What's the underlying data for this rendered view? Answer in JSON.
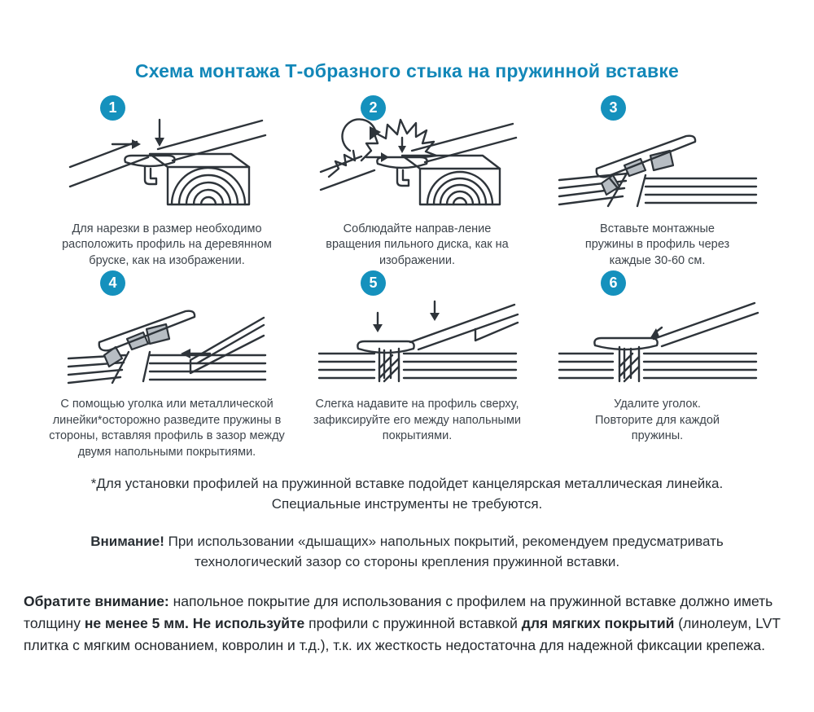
{
  "title": "Схема монтажа Т-образного стыка на пружинной вставке",
  "colors": {
    "accent": "#1287b8",
    "badge": "#1591bd",
    "line_art": "#2e343a",
    "spring_fill": "#b7bdc3",
    "caption_text": "#3d444b",
    "body_text": "#23282d"
  },
  "steps": [
    {
      "number": "1",
      "illustration": "t-profile-on-wood-block",
      "caption": "Для нарезки в размер необходимо расположить профиль на деревянном бруске, как на изображении."
    },
    {
      "number": "2",
      "illustration": "saw-blade-rotation-direction",
      "caption": "Соблюдайте направ-ление вращения пильного диска, как на изображении."
    },
    {
      "number": "3",
      "illustration": "insert-mounting-springs",
      "caption": "Вставьте монтажные пружины в профиль через каждые 30-60 см."
    },
    {
      "number": "4",
      "illustration": "spread-springs-with-angle-tool",
      "caption": "С помощью уголка или металлической линейки*осторожно разведите пружины в стороны, вставляя профиль в зазор между двумя напольными покрытиями."
    },
    {
      "number": "5",
      "illustration": "press-profile-into-gap",
      "caption": "Слегка надавите на профиль сверху, зафиксируйте его между напольными покрытиями."
    },
    {
      "number": "6",
      "illustration": "remove-angle-tool-profile-seated",
      "caption": "Удалите уголок. Повторите для каждой пружины."
    }
  ],
  "footnote": "*Для установки профилей на пружинной вставке подойдет канцелярская металлическая линейка. Специальные инструменты не требуются.",
  "attention": {
    "segments": [
      {
        "text": "Внимание!",
        "bold": true
      },
      {
        "text": " При использовании «дышащих» напольных покрытий, рекомендуем предусматривать технологический зазор со стороны крепления пружинной вставки.",
        "bold": false
      }
    ]
  },
  "note": {
    "segments": [
      {
        "text": "Обратите внимание:",
        "bold": true
      },
      {
        "text": " напольное покрытие для использования с профилем на пружинной вставке должно иметь толщину ",
        "bold": false
      },
      {
        "text": "не менее 5 мм.",
        "bold": true
      },
      {
        "text": " ",
        "bold": false
      },
      {
        "text": "Не используйте",
        "bold": true
      },
      {
        "text": " профили с пружинной вставкой ",
        "bold": false
      },
      {
        "text": "для мягких покрытий",
        "bold": true
      },
      {
        "text": " (линолеум, LVT плитка с мягким основанием, ковролин и т.д.), т.к. их жесткость недостаточна для надежной фиксации крепежа.",
        "bold": false
      }
    ]
  }
}
